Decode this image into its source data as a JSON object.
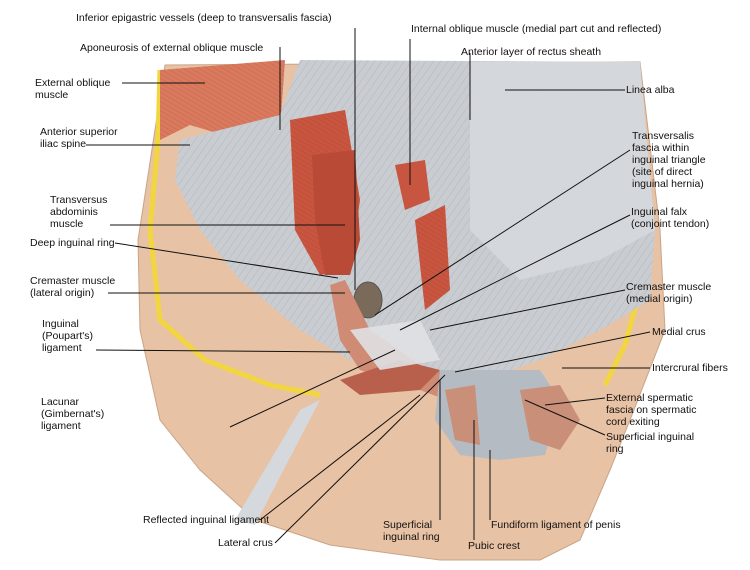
{
  "labels": {
    "inferior_epigastric": "Inferior epigastric vessels (deep to transversalis fascia)",
    "aponeurosis_ext_oblique": "Aponeurosis of external oblique muscle",
    "internal_oblique": "Internal oblique muscle (medial part cut and reflected)",
    "anterior_rectus_sheath": "Anterior layer of rectus sheath",
    "external_oblique": "External oblique\nmuscle",
    "linea_alba": "Linea alba",
    "asis": "Anterior superior\niliac spine",
    "transversalis_fascia": "Transversalis\nfascia within\ninguinal triangle\n(site of direct\ninguinal hernia)",
    "transversus_abdominis": "Transversus\nabdominis\nmuscle",
    "inguinal_falx": "Inguinal falx\n(conjoint tendon)",
    "deep_inguinal_ring": "Deep inguinal ring",
    "cremaster_lateral": "Cremaster muscle\n(lateral origin)",
    "cremaster_medial": "Cremaster muscle\n(medial origin)",
    "inguinal_ligament": "Inguinal\n(Poupart's)\nligament",
    "medial_crus": "Medial crus",
    "intercrural_fibers": "Intercrural fibers",
    "lacunar_ligament": "Lacunar\n(Gimbernat's)\nligament",
    "ext_spermatic_fascia": "External spermatic\nfascia on spermatic\ncord exiting",
    "superficial_ring_right": "Superficial inguinal\nring",
    "reflected_inguinal": "Reflected inguinal ligament",
    "lateral_crus": "Lateral crus",
    "superficial_ring_bottom": "Superficial\ninguinal ring",
    "fundiform_ligament": "Fundiform ligament of penis",
    "pubic_crest": "Pubic crest"
  },
  "colors": {
    "skin": "#e8c2a4",
    "fat_edge": "#f2d640",
    "muscle": "#c8553f",
    "fascia": "#c9ccd0",
    "leader": "#111111"
  }
}
